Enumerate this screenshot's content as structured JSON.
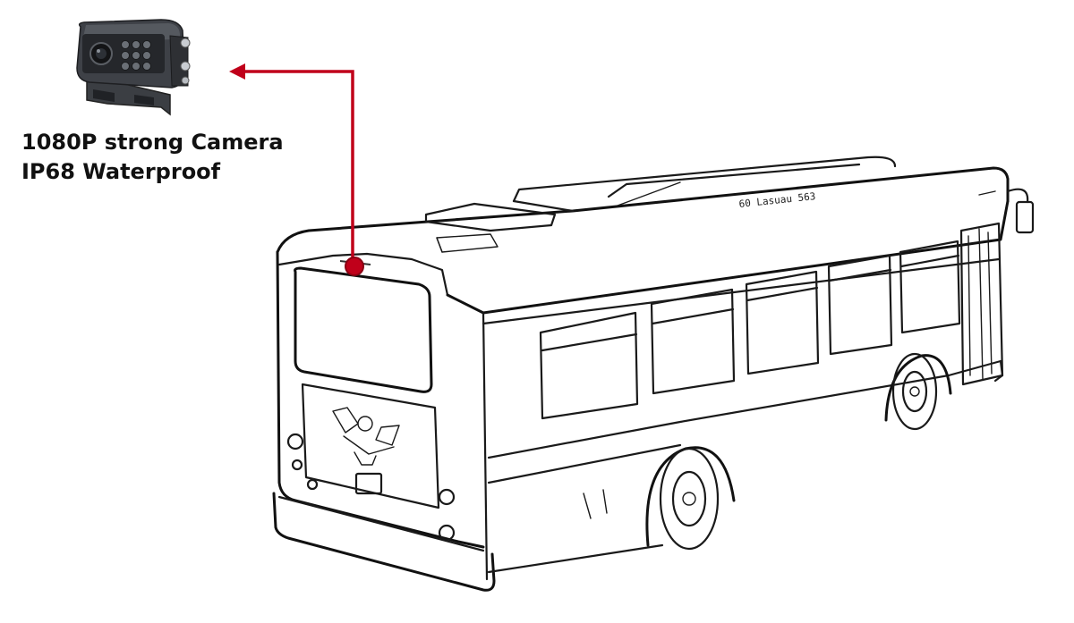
{
  "caption": {
    "line1": "1080P strong Camera",
    "line2": "IP68 Waterproof"
  },
  "bus_sign": "60 Lasuau 563",
  "colors": {
    "callout": "#c0001a",
    "camera_body": "#3a3d42",
    "line_art": "#1a1a1a"
  },
  "icons": [
    "camera-icon",
    "bus-illustration",
    "mount-point-marker",
    "callout-arrow"
  ]
}
